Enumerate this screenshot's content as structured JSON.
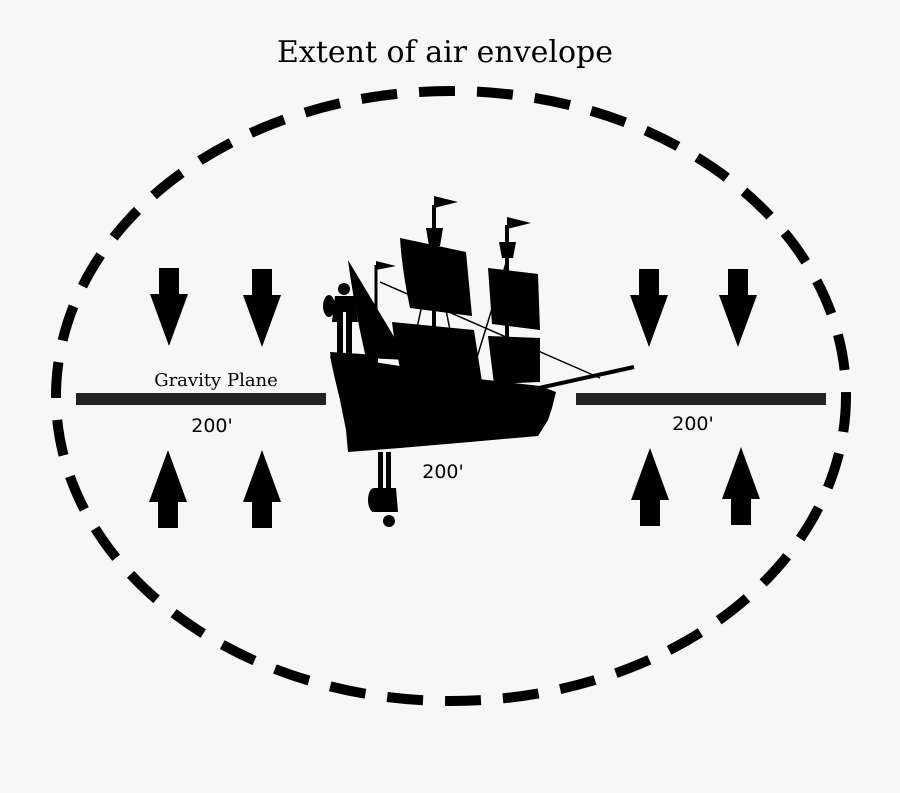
{
  "diagram": {
    "title": "Extent of air envelope",
    "plane_label": "Gravity Plane",
    "distance_left": "200'",
    "distance_center": "200'",
    "distance_right": "200'"
  },
  "colors": {
    "background": "#f7f7f7",
    "ink": "#000000",
    "plane": "#222222"
  },
  "icons": {
    "ship": "sailing-ship-silhouette",
    "figure": "standing-figure-silhouette",
    "arrow_down": "down-arrow",
    "arrow_up": "up-arrow"
  }
}
